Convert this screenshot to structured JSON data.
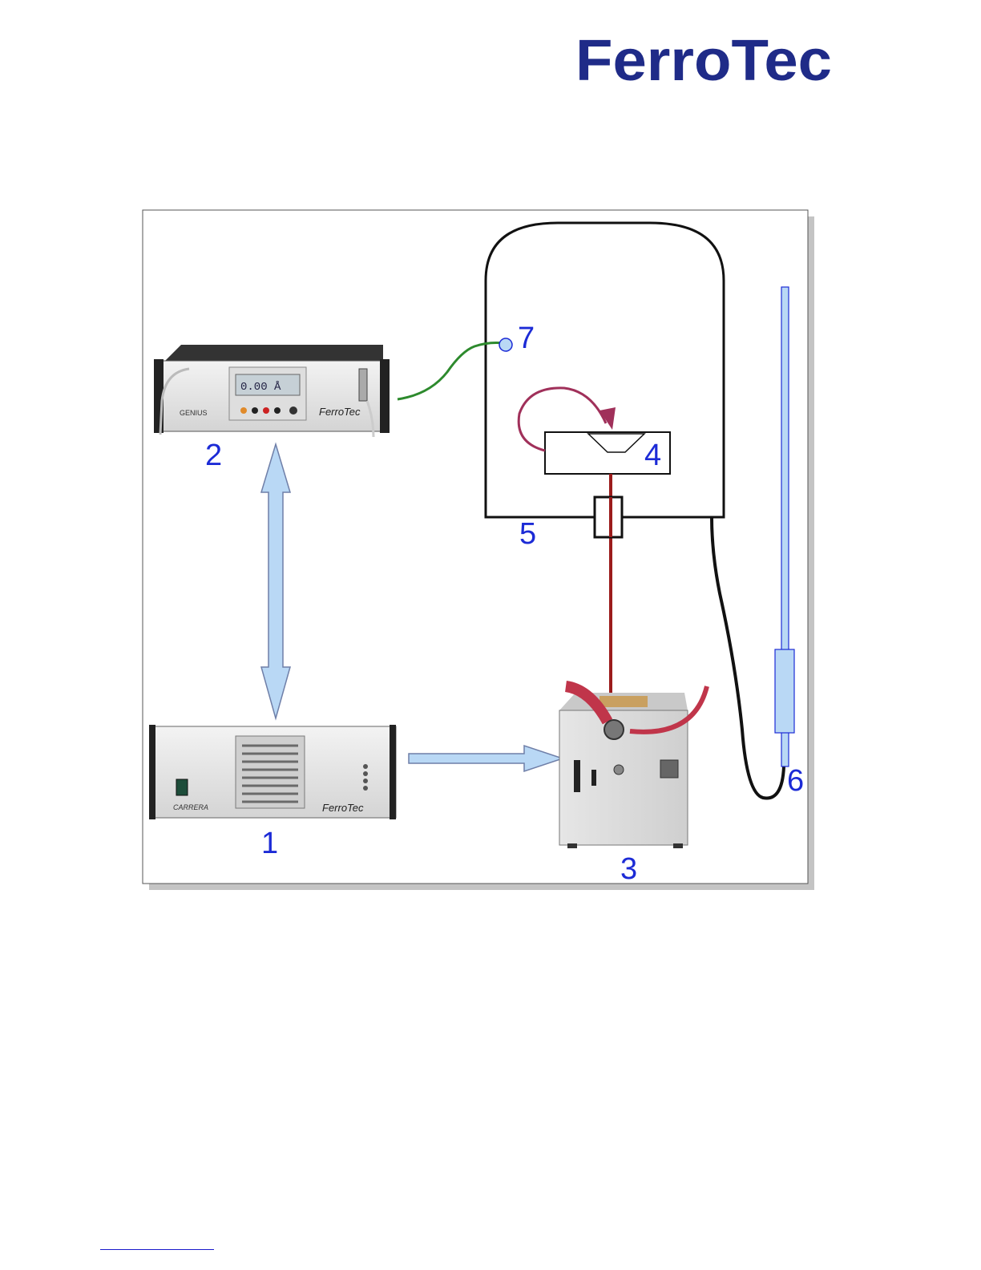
{
  "logo": {
    "text": "FerroTec",
    "color_primary": "#1f2b88",
    "color_accent": "#cc1020"
  },
  "diagram": {
    "labels": {
      "n1": "1",
      "n2": "2",
      "n3": "3",
      "n4": "4",
      "n5": "5",
      "n6": "6",
      "n7": "7"
    },
    "devices": {
      "genius": {
        "display": "0.00 Å",
        "brand": "FerroTec",
        "model": "GENIUS"
      },
      "carrera": {
        "brand": "FerroTec",
        "model": "CARRERA"
      }
    },
    "colors": {
      "arrow_fill": "#b9d8f5",
      "outline": "#111111",
      "crucible_line": "#9b1b1b",
      "sensor_cable": "#2d8a2d",
      "rotation_arrow": "#a0305a",
      "label_color": "#1c2bd6"
    }
  }
}
